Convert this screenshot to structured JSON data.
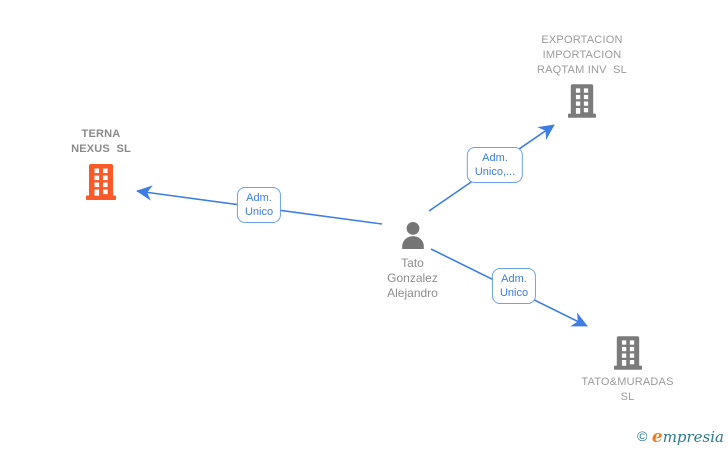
{
  "nodes": {
    "terna": {
      "line1": "TERNA",
      "line2": "NEXUS  SL"
    },
    "exportacion": {
      "line1": "EXPORTACION",
      "line2": "IMPORTACION",
      "line3": "RAQTAM INV  SL"
    },
    "person": {
      "line1": "Tato",
      "line2": "Gonzalez",
      "line3": "Alejandro"
    },
    "tato_muradas": {
      "line1": "TATO&MURADAS",
      "line2": "SL"
    }
  },
  "edge_labels": {
    "terna": {
      "line1": "Adm.",
      "line2": "Unico"
    },
    "exportacion": {
      "line1": "Adm.",
      "line2": "Unico,..."
    },
    "tato_muradas": {
      "line1": "Adm.",
      "line2": "Unico"
    }
  },
  "relationships": [
    {
      "from": "Tato Gonzalez Alejandro",
      "to": "TERNA NEXUS SL",
      "label": "Adm. Unico"
    },
    {
      "from": "Tato Gonzalez Alejandro",
      "to": "EXPORTACION IMPORTACION RAQTAM INV SL",
      "label": "Adm. Unico,..."
    },
    {
      "from": "Tato Gonzalez Alejandro",
      "to": "TATO&MURADAS SL",
      "label": "Adm. Unico"
    }
  ],
  "watermark": {
    "copyright": "©",
    "brand_initial": "e",
    "brand_rest": "mpresia"
  },
  "colors": {
    "edge_blue": "#3d7de4",
    "edge_label_border": "#6ba2ec",
    "company_gray": "#7b7b7b",
    "person_gray": "#757575",
    "highlight_orange": "#fb5a28",
    "watermark_teal": "#2b7a8e",
    "watermark_orange": "#ef7d22"
  }
}
